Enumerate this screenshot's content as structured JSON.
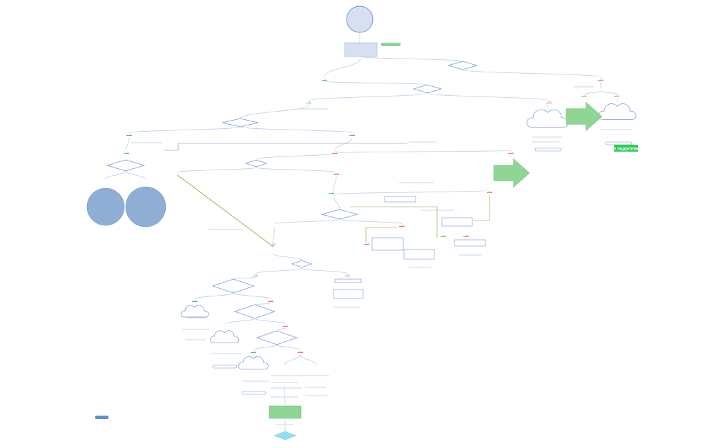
{
  "diagram": {
    "delete_label": "A supprimer",
    "yes_label": "OUI",
    "no_label": "NON"
  },
  "colors": {
    "node_stroke": "#6d93d6",
    "node_fill": "#d6e0f0",
    "connector": "#b9cde9",
    "action_green": "#8fd694",
    "delete_green": "#2ecc55",
    "terminal_circle": "#8eaed6",
    "end_diamond": "#8fe0f5",
    "yes": "#3cb043",
    "no": "#e05a4f",
    "olive_link": "#8a9a3c"
  }
}
